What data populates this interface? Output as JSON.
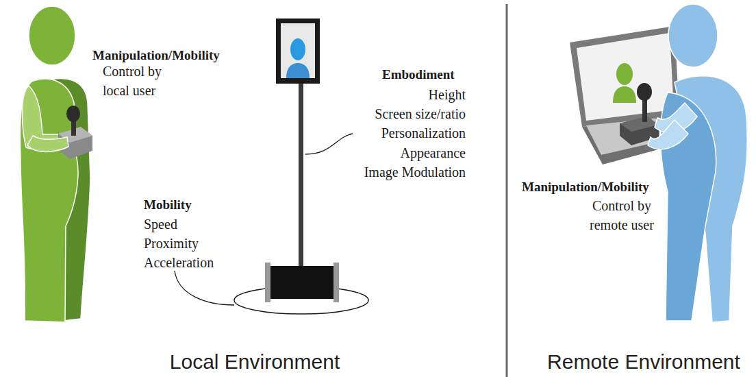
{
  "diagram": {
    "labels": [
      "Manipulation/Mobility",
      "Control by local user",
      "Embodiment",
      "Height",
      "Screen size/ratio",
      "Personalization",
      "Appearance",
      "Image Modulation",
      "Mobility",
      "Speed",
      "Proximity",
      "Acceleration",
      "Manipulation/Mobility",
      "Control by remote user",
      "Local Environment",
      "Remote Environment"
    ]
  }
}
